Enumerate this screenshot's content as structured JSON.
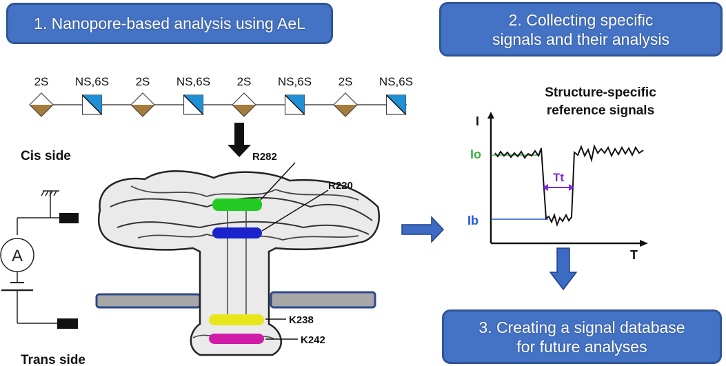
{
  "steps": [
    {
      "label_line1": "1. Nanopore-based analysis using AeL",
      "label_line2": ""
    },
    {
      "label_line1": "2. Collecting specific",
      "label_line2": "signals and their analysis"
    },
    {
      "label_line1": "3. Creating a signal database",
      "label_line2": "for future analyses"
    }
  ],
  "colors": {
    "box_fill": "#4472c4",
    "box_border": "#2f5597",
    "sulfate_2s": "#a67c3a",
    "sulfate_ns6s": "#1f8fd6",
    "r282": "#22cc22",
    "r220": "#1a22cc",
    "k238": "#e6e61a",
    "k242": "#d01aa8",
    "io": "#3cb043",
    "ib": "#2255dd",
    "tt": "#7b2be0"
  },
  "glycan_chain": [
    {
      "label": "2S",
      "shape": "diamond"
    },
    {
      "label": "NS,6S",
      "shape": "square"
    },
    {
      "label": "2S",
      "shape": "diamond"
    },
    {
      "label": "NS,6S",
      "shape": "square"
    },
    {
      "label": "2S",
      "shape": "diamond"
    },
    {
      "label": "NS,6S",
      "shape": "square"
    },
    {
      "label": "2S",
      "shape": "diamond"
    },
    {
      "label": "NS,6S",
      "shape": "square"
    }
  ],
  "sides": {
    "cis": "Cis side",
    "trans": "Trans side"
  },
  "circuit": {
    "ammeter": "A"
  },
  "residues": {
    "r282": "R282",
    "r220": "R220",
    "k238": "K238",
    "k242": "K242"
  },
  "signal": {
    "title_line1": "Structure-specific",
    "title_line2": "reference signals",
    "y_axis": "I",
    "x_axis": "T",
    "open_current": "Io",
    "blocked_current": "Ib",
    "dwell_time": "Tt"
  }
}
